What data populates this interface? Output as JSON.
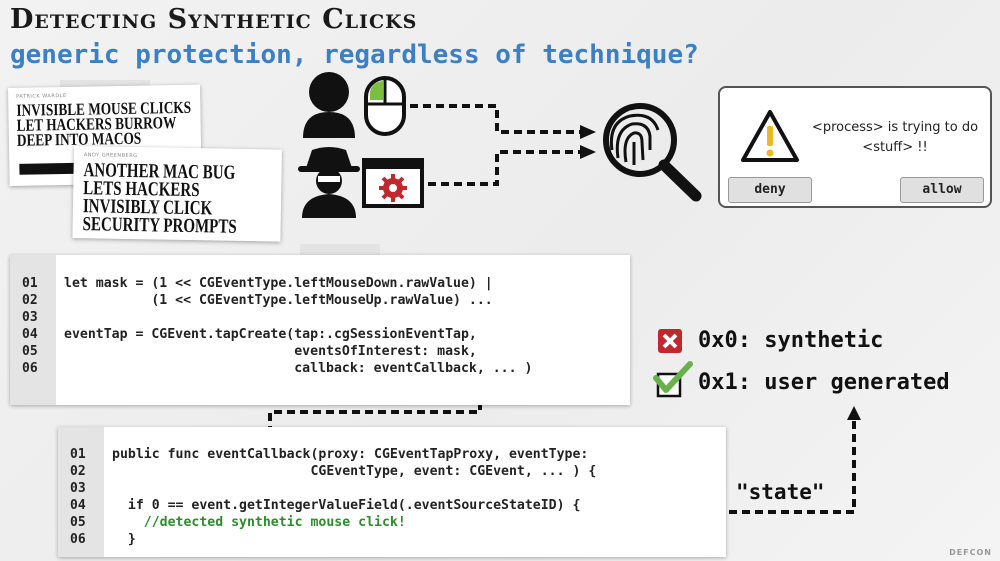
{
  "slide": {
    "title": "Detecting Synthetic Clicks",
    "subtitle": "generic protection, regardless of technique?",
    "watermark": "DEFCON"
  },
  "clippings": [
    {
      "byline": "PATRICK WARDLE",
      "headline": "Invisible mouse clicks let hackers burrow deep into macOS"
    },
    {
      "byline": "ANDY GREENBERG",
      "headline": "Another Mac bug lets hackers invisibly click security prompts"
    }
  ],
  "icons": {
    "user": "user-icon",
    "mouse": "mouse-icon",
    "hacker": "spy-icon",
    "malware_window": "gear-window-icon",
    "inspector": "magnifier-fingerprint-icon",
    "warning": "warning-icon"
  },
  "dialog": {
    "message": "<process> is trying to do <stuff> !!",
    "deny_label": "deny",
    "allow_label": "allow"
  },
  "code1": {
    "line_numbers": [
      "01",
      "02",
      "03",
      "04",
      "05",
      "06"
    ],
    "lines": [
      "let mask = (1 << CGEventType.leftMouseDown.rawValue) |",
      "           (1 << CGEventType.leftMouseUp.rawValue) ...",
      "",
      "eventTap = CGEvent.tapCreate(tap:.cgSessionEventTap,",
      "                             eventsOfInterest: mask,",
      "                             callback: eventCallback, ... )"
    ]
  },
  "code2": {
    "line_numbers": [
      "01",
      "02",
      "03",
      "04",
      "05",
      "06"
    ],
    "lines": [
      "public func eventCallback(proxy: CGEventTapProxy, eventType:",
      "                         CGEventType, event: CGEvent, ... ) {",
      "",
      "  if 0 == event.getIntegerValueField(.eventSourceStateID) {",
      "    //detected synthetic mouse click!",
      "  }"
    ]
  },
  "legend": {
    "synthetic": "0x0: synthetic",
    "user": "0x1: user generated"
  },
  "state_label": "\"state\"",
  "colors": {
    "accent_blue": "#3b7fc4",
    "comment_green": "#2e8b2e",
    "cross_red": "#c0282d",
    "check_green": "#6ab04c"
  }
}
